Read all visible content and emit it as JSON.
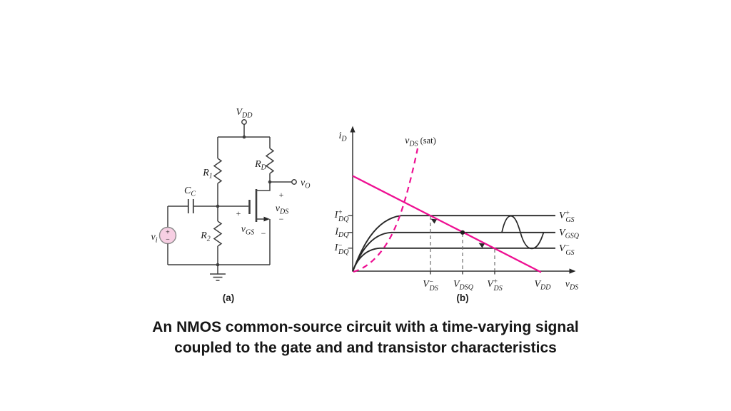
{
  "caption": {
    "line1": "An NMOS common-source circuit with a time-varying signal",
    "line2": "coupled to the gate and and transistor characteristics"
  },
  "colors": {
    "accent_pink": "#ee0f92",
    "source_fill_pink": "#f7cfe3",
    "ink": "#272727"
  },
  "circuit": {
    "panel_label": "(a)",
    "vdd": {
      "v": "V",
      "sub": "DD"
    },
    "r1": {
      "v": "R",
      "sub": "1"
    },
    "rd": {
      "v": "R",
      "sub": "D"
    },
    "r2": {
      "v": "R",
      "sub": "2"
    },
    "cc": {
      "v": "C",
      "sub": "C"
    },
    "vi": {
      "v": "v",
      "sub": "i"
    },
    "vo": {
      "v": "v",
      "sub": "O"
    },
    "vgs": {
      "v": "v",
      "sub": "GS"
    },
    "vds": {
      "v": "v",
      "sub": "DS"
    },
    "vgs_plus": "+",
    "vgs_minus": "−",
    "vds_plus": "+",
    "vds_minus": "−",
    "source_plus": "+",
    "source_minus": "−"
  },
  "graph": {
    "panel_label": "(b)",
    "y_axis_label": {
      "v": "i",
      "sub": "D"
    },
    "x_axis_label": {
      "v": "v",
      "sub": "DS"
    },
    "sat_label": {
      "v": "v",
      "sub": "DS",
      "rest": "(sat)"
    },
    "y_tick_top": {
      "v": "I",
      "sup": "+",
      "sub": "DQ"
    },
    "y_tick_mid": {
      "v": "I",
      "sub": "DQ"
    },
    "y_tick_bot": {
      "v": "I",
      "sup": "−",
      "sub": "DQ"
    },
    "x_tick_1": {
      "v": "V",
      "sup": "−",
      "sub": "DS"
    },
    "x_tick_2": {
      "v": "V",
      "sub": "DSQ"
    },
    "x_tick_3": {
      "v": "V",
      "sup": "+",
      "sub": "DS"
    },
    "x_tick_4": {
      "v": "V",
      "sub": "DD"
    },
    "curve_label_top": {
      "v": "V",
      "sup": "+",
      "sub": "GS"
    },
    "curve_label_mid": {
      "v": "V",
      "sub": "GSQ"
    },
    "curve_label_bot": {
      "v": "V",
      "sup": "−",
      "sub": "GS"
    }
  }
}
